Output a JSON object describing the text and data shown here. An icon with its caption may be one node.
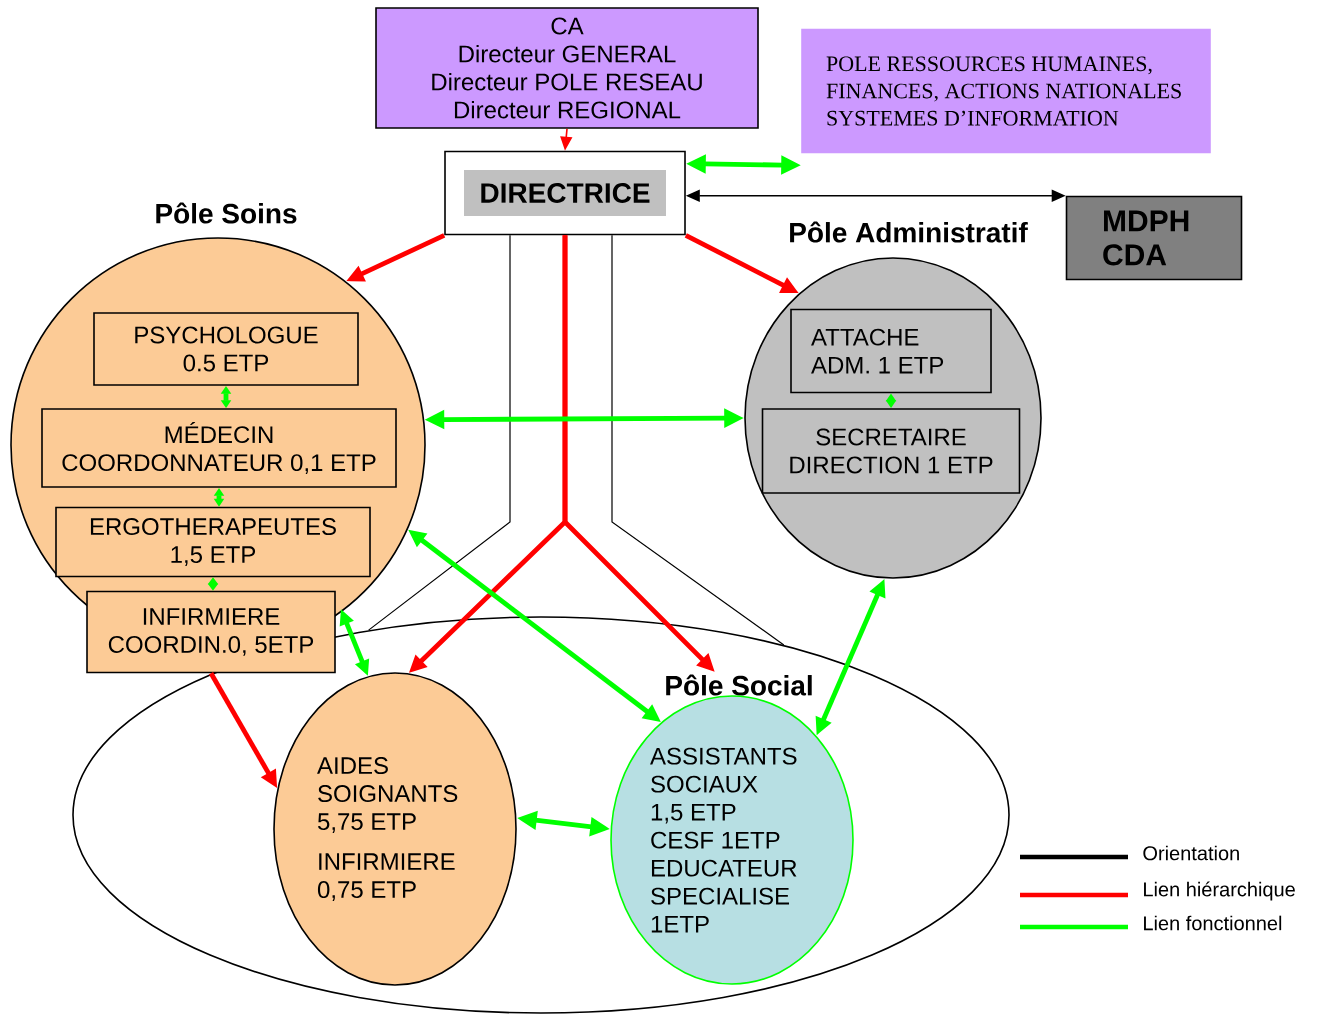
{
  "diagram": {
    "nodes": [
      {
        "text": [
          "CA",
          "Directeur GENERAL",
          "Directeur POLE RESEAU",
          "Directeur REGIONAL"
        ]
      },
      {
        "text": [
          "POLE RESSOURCES HUMAINES, FINANCES, ACTIONS NATIONALES SYSTEMES D’INFORMATION"
        ]
      },
      {
        "text": [
          "DIRECTRICE"
        ]
      },
      {
        "text": [
          "MDPH CDA"
        ]
      },
      {
        "text": [
          "Pôle Soins"
        ]
      },
      {
        "text": [
          "PSYCHOLOGUE 0.5 ETP"
        ],
        "in": 4
      },
      {
        "text": [
          "MÉDECIN COORDONNATEUR 0,1 ETP"
        ],
        "in": 4
      },
      {
        "text": [
          "ERGOTHERAPEUTES 1,5 ETP"
        ],
        "in": 4
      },
      {
        "text": [
          "INFIRMIERE COORDIN.0, 5ETP"
        ]
      },
      {
        "text": [
          "Pôle Administratif"
        ]
      },
      {
        "text": [
          "ATTACHE ADM. 1 ETP"
        ],
        "in": 9
      },
      {
        "text": [
          "SECRETAIRE DIRECTION 1 ETP"
        ],
        "in": 9
      },
      {
        "text": [
          "Pôle Social"
        ]
      },
      {
        "text": [
          "AIDES SOIGNANTS 5,75 ETP",
          "INFIRMIERE 0,75 ETP"
        ],
        "in": 12
      },
      {
        "text": [
          "ASSISTANTS SOCIAUX",
          "1,5 ETP",
          "CESF 1ETP",
          "EDUCATEUR SPECIALISE",
          "1ETP"
        ],
        "in": 12
      }
    ],
    "edges": [
      {
        "from": 0,
        "to": 2,
        "arrow": "to",
        "color": "#ff0000"
      },
      {
        "from": 2,
        "to": 1,
        "arrow": "both"
      },
      {
        "from": 2,
        "to": 3,
        "arrow": "both",
        "color": "#000000"
      },
      {
        "from": 2,
        "to": 4,
        "arrow": "to",
        "color": "#ff0000"
      },
      {
        "from": 2,
        "to": 9,
        "arrow": "to",
        "color": "#ff0000"
      },
      {
        "from": 2,
        "to": 13,
        "arrow": "to",
        "color": "#ff0000"
      },
      {
        "from": 2,
        "to": 12,
        "arrow": "to",
        "color": "#ff0000"
      },
      {
        "from": 8,
        "to": 13,
        "arrow": "to",
        "color": "#ff0000"
      },
      {
        "from": 2,
        "to": 12,
        "arrow": "none",
        "color": "#000000"
      },
      {
        "from": 2,
        "to": 12,
        "arrow": "none",
        "color": "#000000"
      },
      {
        "from": 5,
        "to": 6,
        "arrow": "both"
      },
      {
        "from": 6,
        "to": 7,
        "arrow": "both"
      },
      {
        "from": 7,
        "to": 8,
        "arrow": "both"
      },
      {
        "from": 10,
        "to": 11,
        "arrow": "both"
      },
      {
        "from": 4,
        "to": 9,
        "arrow": "both"
      },
      {
        "from": 8,
        "to": 13,
        "arrow": "both"
      },
      {
        "from": 4,
        "to": 14,
        "arrow": "both"
      },
      {
        "from": 9,
        "to": 14,
        "arrow": "both"
      },
      {
        "from": 13,
        "to": 14,
        "arrow": "both"
      }
    ],
    "legend": [
      {
        "text": "Orientation"
      },
      {
        "text": "Lien  hiérarchique"
      },
      {
        "text": "Lien fonctionnel"
      }
    ]
  }
}
